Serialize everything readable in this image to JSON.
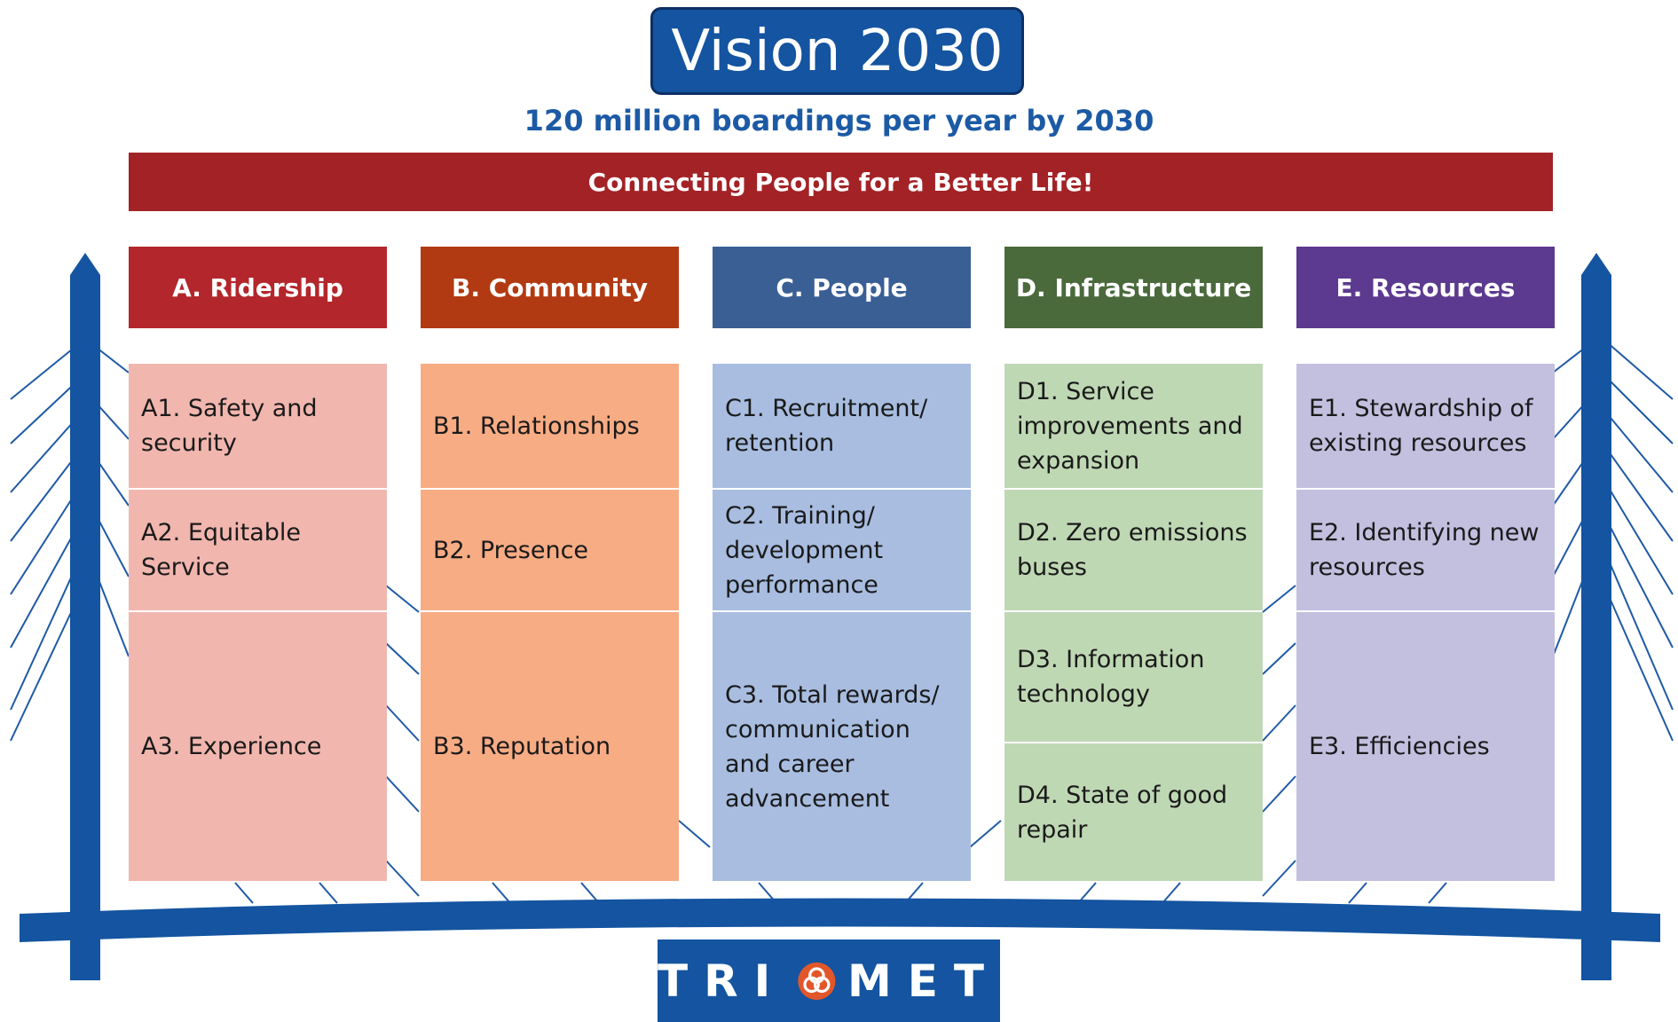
{
  "title": "Vision 2030",
  "subtitle": "120 million boardings per year by 2030",
  "banner": "Connecting People for a Better Life!",
  "colors": {
    "title_blue": "#1454a0",
    "banner_red": "#a32226",
    "bridge_blue": "#1454a0"
  },
  "columns": [
    {
      "header": "A. Ridership",
      "header_color": "#b3262b",
      "cell_color": "#f1b6ae",
      "items": [
        "A1. Safety and security",
        "A2. Equitable Service",
        "A3. Experience"
      ]
    },
    {
      "header": "B. Community",
      "header_color": "#b23a12",
      "cell_color": "#f8ac84",
      "items": [
        "B1. Relationships",
        "B2. Presence",
        "B3. Reputation"
      ]
    },
    {
      "header": "C. People",
      "header_color": "#3a5f95",
      "cell_color": "#a8bde0",
      "items": [
        "C1. Recruitment/ retention",
        "C2. Training/ development performance",
        "C3. Total rewards/ communication and career advancement"
      ]
    },
    {
      "header": "D. Infrastructure",
      "header_color": "#4a6a3c",
      "cell_color": "#bfd8b4",
      "items": [
        "D1. Service improvements and expansion",
        "D2. Zero emissions buses",
        "D3. Information technology",
        "D4. State of good repair"
      ]
    },
    {
      "header": "E. Resources",
      "header_color": "#5c3a8f",
      "cell_color": "#c3bfdf",
      "items": [
        "E1. Stewardship of existing resources",
        "E2. Identifying new resources",
        "E3. Efficiencies"
      ]
    }
  ],
  "logo": {
    "left_text": "TRI",
    "right_text": "MET",
    "icon": "trimet-knot-icon",
    "icon_color": "#e2572a"
  }
}
